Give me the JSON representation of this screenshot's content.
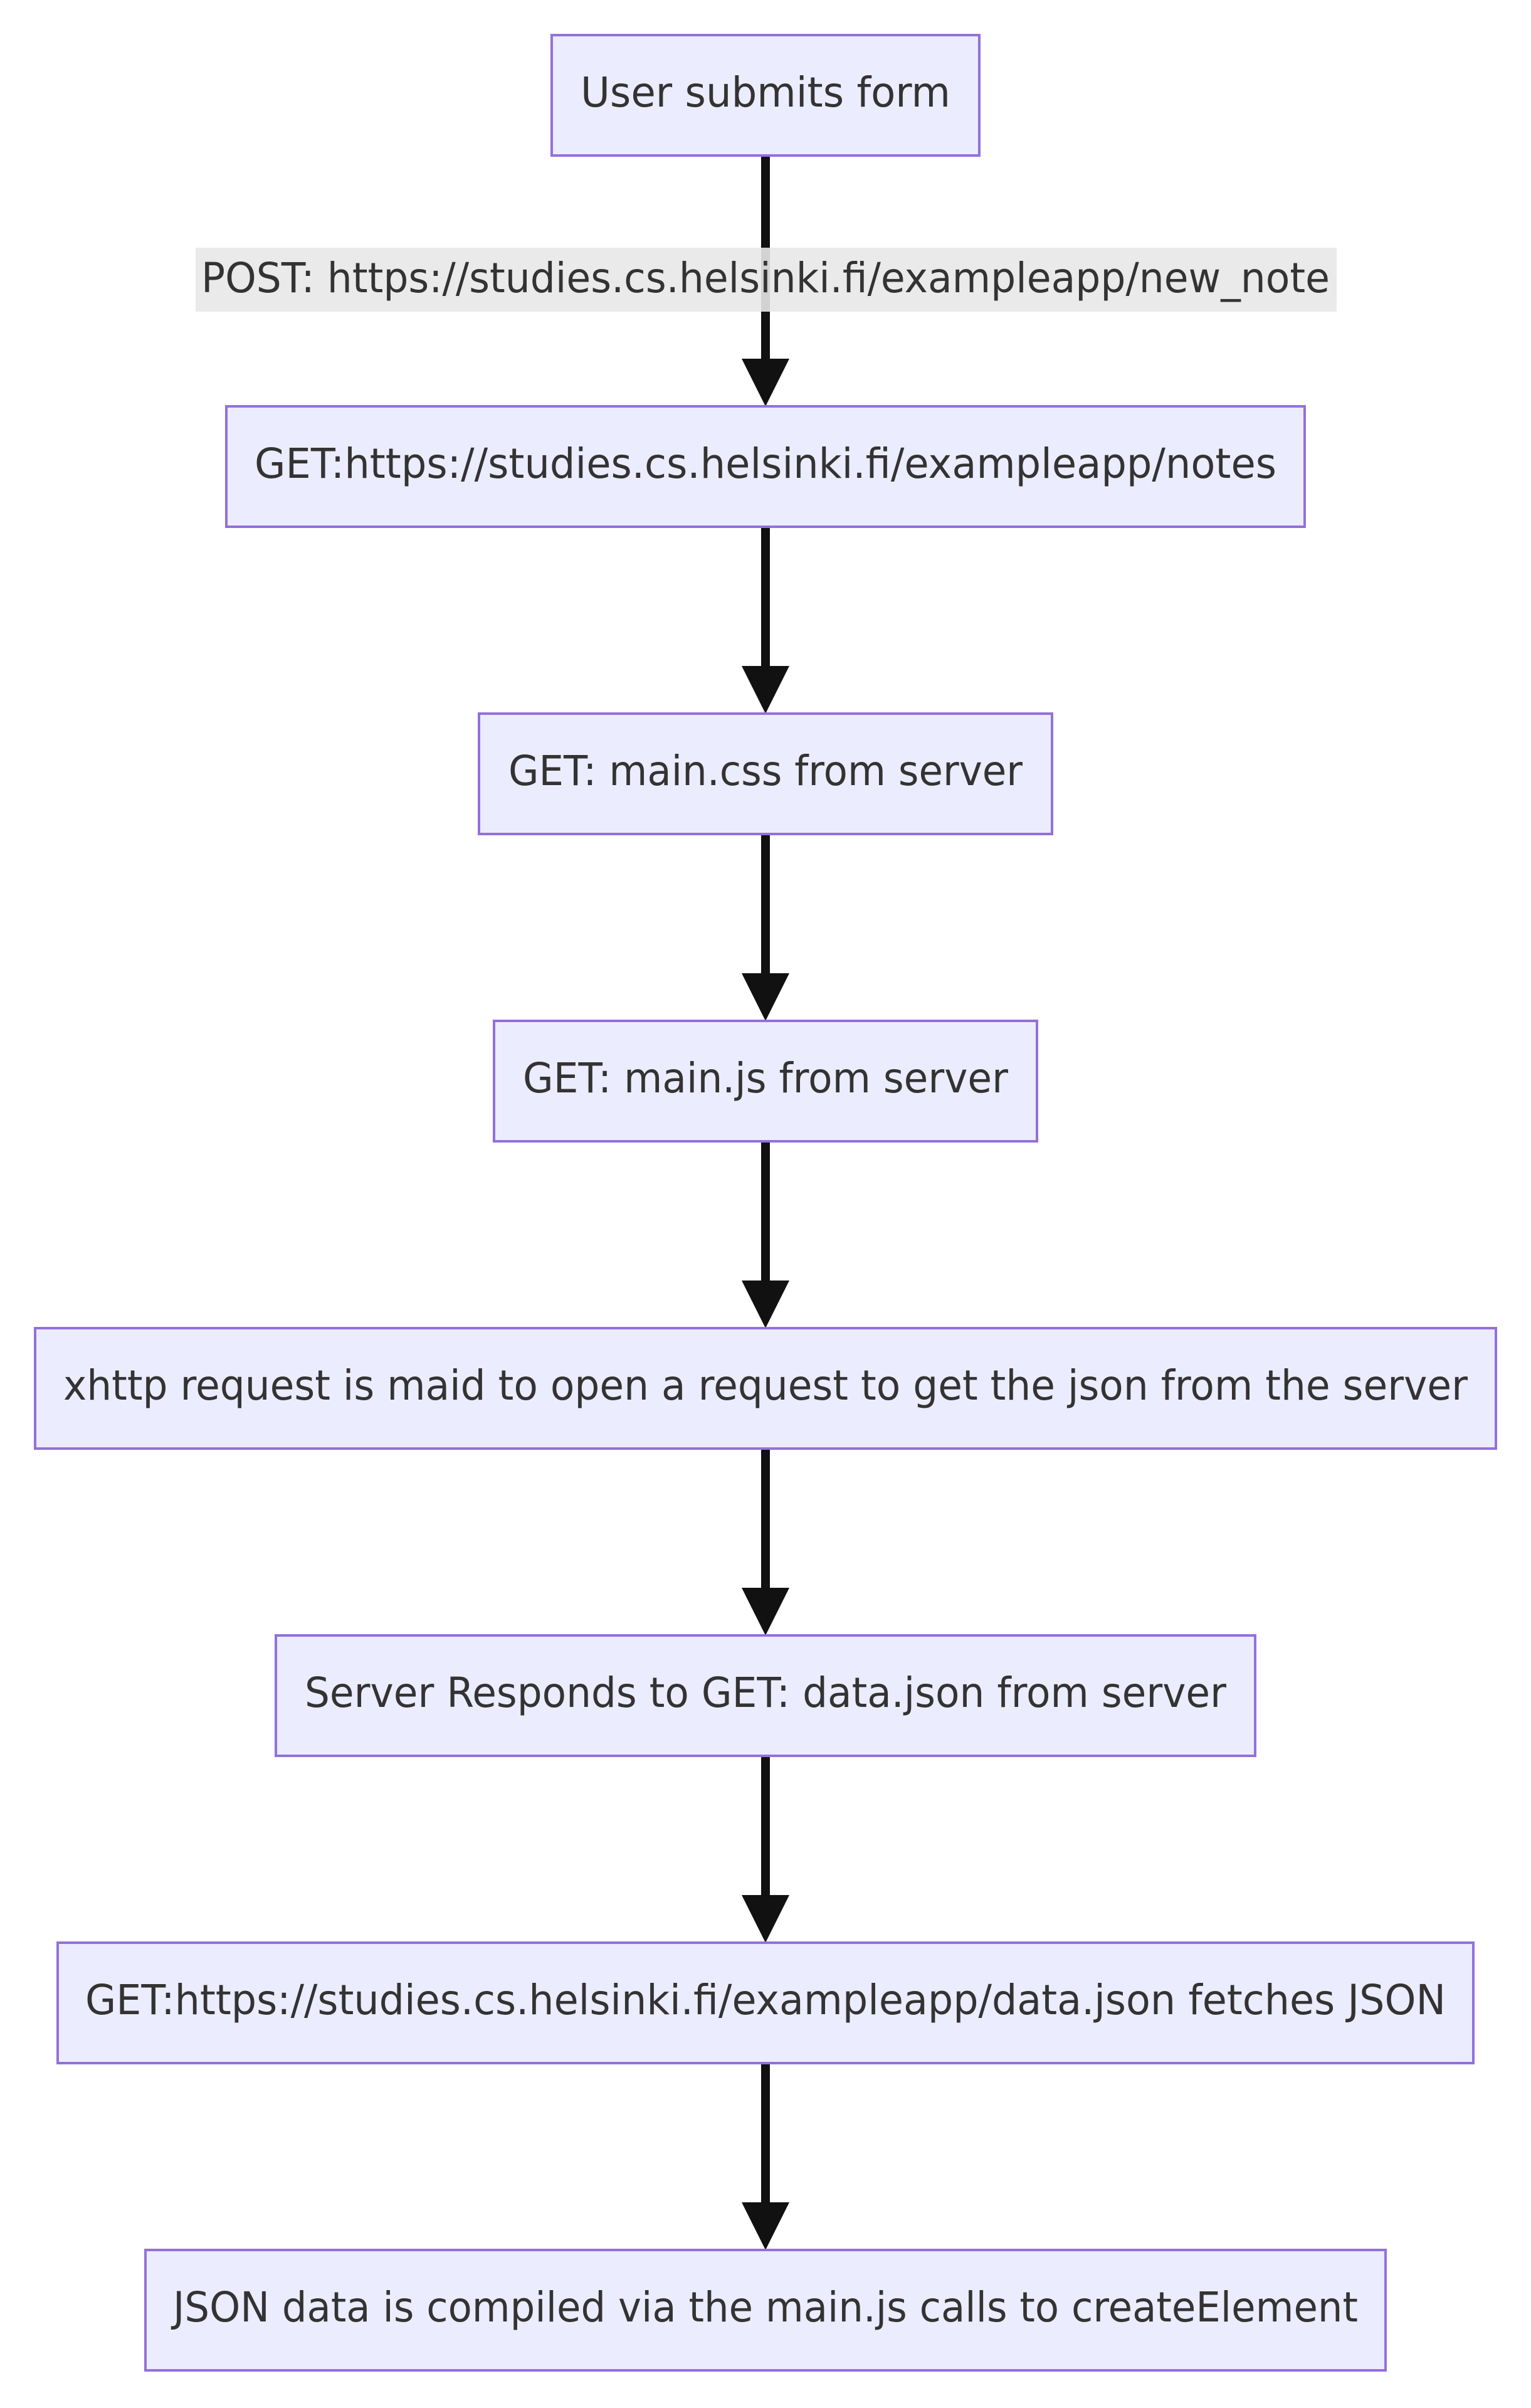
{
  "diagram": {
    "nodes": [
      {
        "id": "n1",
        "label": "User submits form"
      },
      {
        "id": "n2",
        "label": "GET:https://studies.cs.helsinki.fi/exampleapp/notes"
      },
      {
        "id": "n3",
        "label": "GET: main.css from server"
      },
      {
        "id": "n4",
        "label": "GET: main.js from server"
      },
      {
        "id": "n5",
        "label": "xhttp request is maid to open a request to get the json from the server"
      },
      {
        "id": "n6",
        "label": "Server Responds to GET: data.json from server"
      },
      {
        "id": "n7",
        "label": "GET:https://studies.cs.helsinki.fi/exampleapp/data.json fetches JSON"
      },
      {
        "id": "n8",
        "label": "JSON data is compiled via the main.js calls to createElement"
      }
    ],
    "edges": [
      {
        "from": "n1",
        "to": "n2",
        "label": "POST: https://studies.cs.helsinki.fi/exampleapp/new_note"
      },
      {
        "from": "n2",
        "to": "n3",
        "label": ""
      },
      {
        "from": "n3",
        "to": "n4",
        "label": ""
      },
      {
        "from": "n4",
        "to": "n5",
        "label": ""
      },
      {
        "from": "n5",
        "to": "n6",
        "label": ""
      },
      {
        "from": "n6",
        "to": "n7",
        "label": ""
      },
      {
        "from": "n7",
        "to": "n8",
        "label": ""
      }
    ],
    "colors": {
      "node_fill": "#ECECFF",
      "node_stroke": "#9370DB",
      "edge": "#111111",
      "label_bg": "#E8E8E8",
      "text": "#333333"
    }
  }
}
